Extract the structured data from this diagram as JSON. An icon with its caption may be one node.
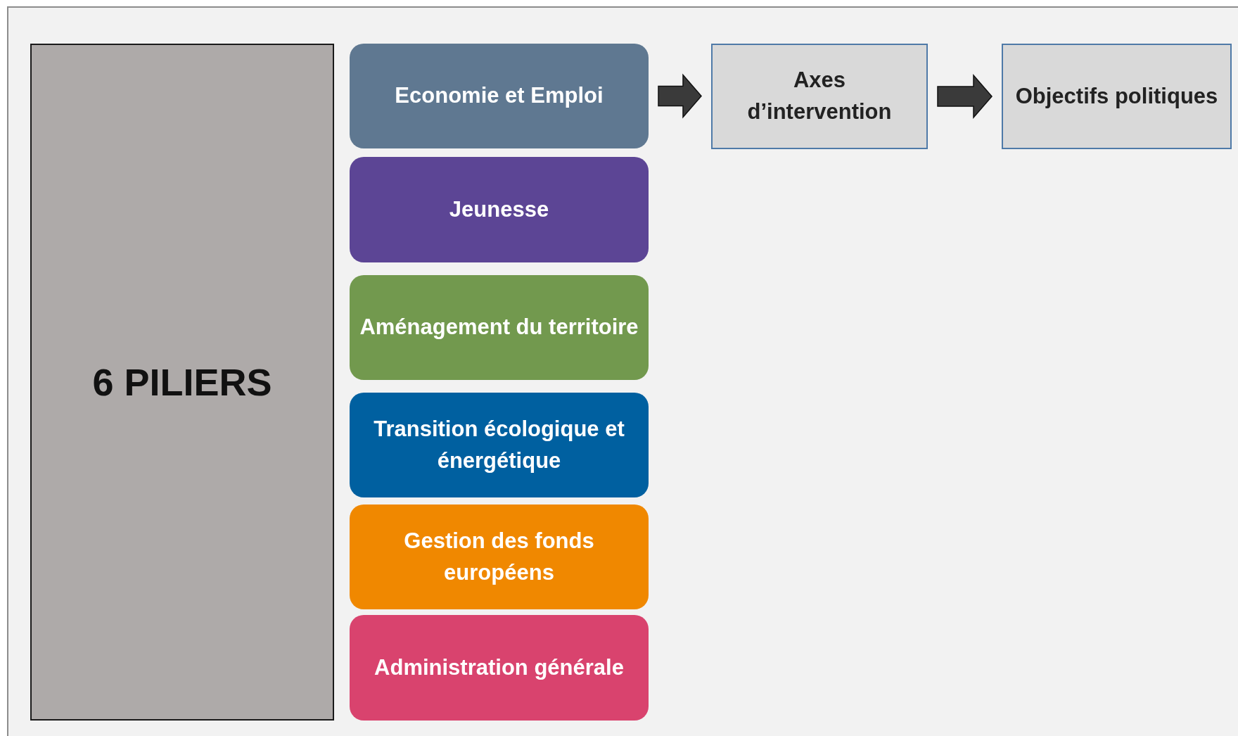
{
  "diagram": {
    "nodes": [
      {
        "text": [
          "6 PILIERS"
        ]
      },
      {
        "text": [
          "Economie et Emploi"
        ]
      },
      {
        "text": [
          "Jeunesse"
        ]
      },
      {
        "text": [
          "Aménagement du territoire"
        ]
      },
      {
        "text": [
          "Transition écologique et énergétique"
        ]
      },
      {
        "text": [
          "Gestion des fonds européens"
        ]
      },
      {
        "text": [
          "Administration générale"
        ]
      },
      {
        "text": [
          "Axes d’intervention"
        ]
      },
      {
        "text": [
          "Objectifs politiques"
        ]
      }
    ],
    "edges": [
      {
        "from": 1,
        "to": 7,
        "arrow": "to"
      },
      {
        "from": 7,
        "to": 8,
        "arrow": "to"
      }
    ]
  }
}
